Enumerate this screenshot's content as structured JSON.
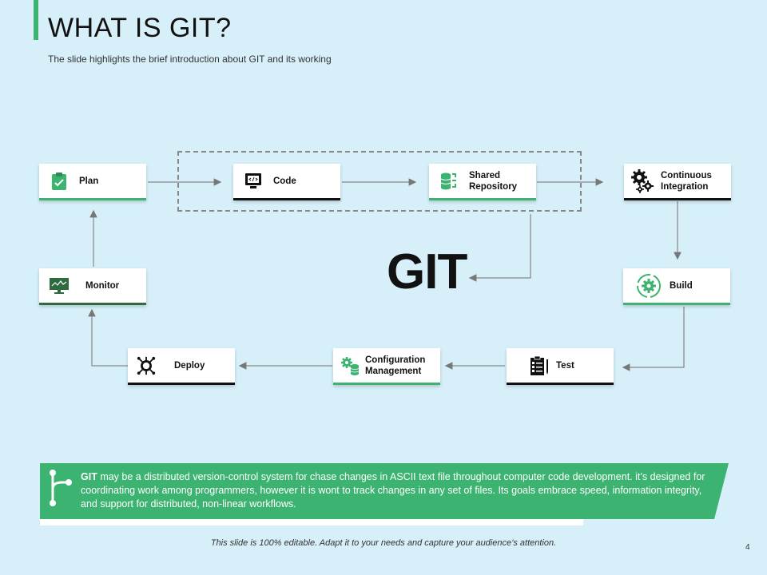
{
  "header": {
    "title": "WHAT IS GIT?",
    "subtitle": "The slide highlights the brief introduction about GIT and its working"
  },
  "center_label": "GIT",
  "nodes": {
    "plan": {
      "label": "Plan",
      "icon": "clipboard-check-icon"
    },
    "code": {
      "label": "Code",
      "icon": "code-monitor-icon"
    },
    "shared_repository": {
      "label": "Shared\nRepository",
      "icon": "database-icon"
    },
    "continuous_integration": {
      "label": "Continuous\nIntegration",
      "icon": "gears-icon"
    },
    "build": {
      "label": "Build",
      "icon": "gear-cycle-icon"
    },
    "test": {
      "label": "Test",
      "icon": "checklist-icon"
    },
    "configuration_management": {
      "label": "Configuration\nManagement",
      "icon": "gear-database-icon"
    },
    "deploy": {
      "label": "Deploy",
      "icon": "virus-network-icon"
    },
    "monitor": {
      "label": "Monitor",
      "icon": "monitor-chart-icon"
    }
  },
  "banner": {
    "lead": "GIT",
    "text": " may be a distributed version-control system for chase changes in ASCII text file throughout computer code development. it’s designed for coordinating work among programmers, however it is wont to track changes in any set of files. Its goals embrace speed, information integrity, and support for distributed, non-linear workflows.",
    "icon": "git-branch-icon"
  },
  "footer": {
    "note": "This slide is 100% editable. Adapt it to your needs and capture your audience’s attention.",
    "page_number": "4"
  },
  "colors": {
    "background": "#d6eff9",
    "accent_green": "#3cb371",
    "dark": "#111111"
  }
}
